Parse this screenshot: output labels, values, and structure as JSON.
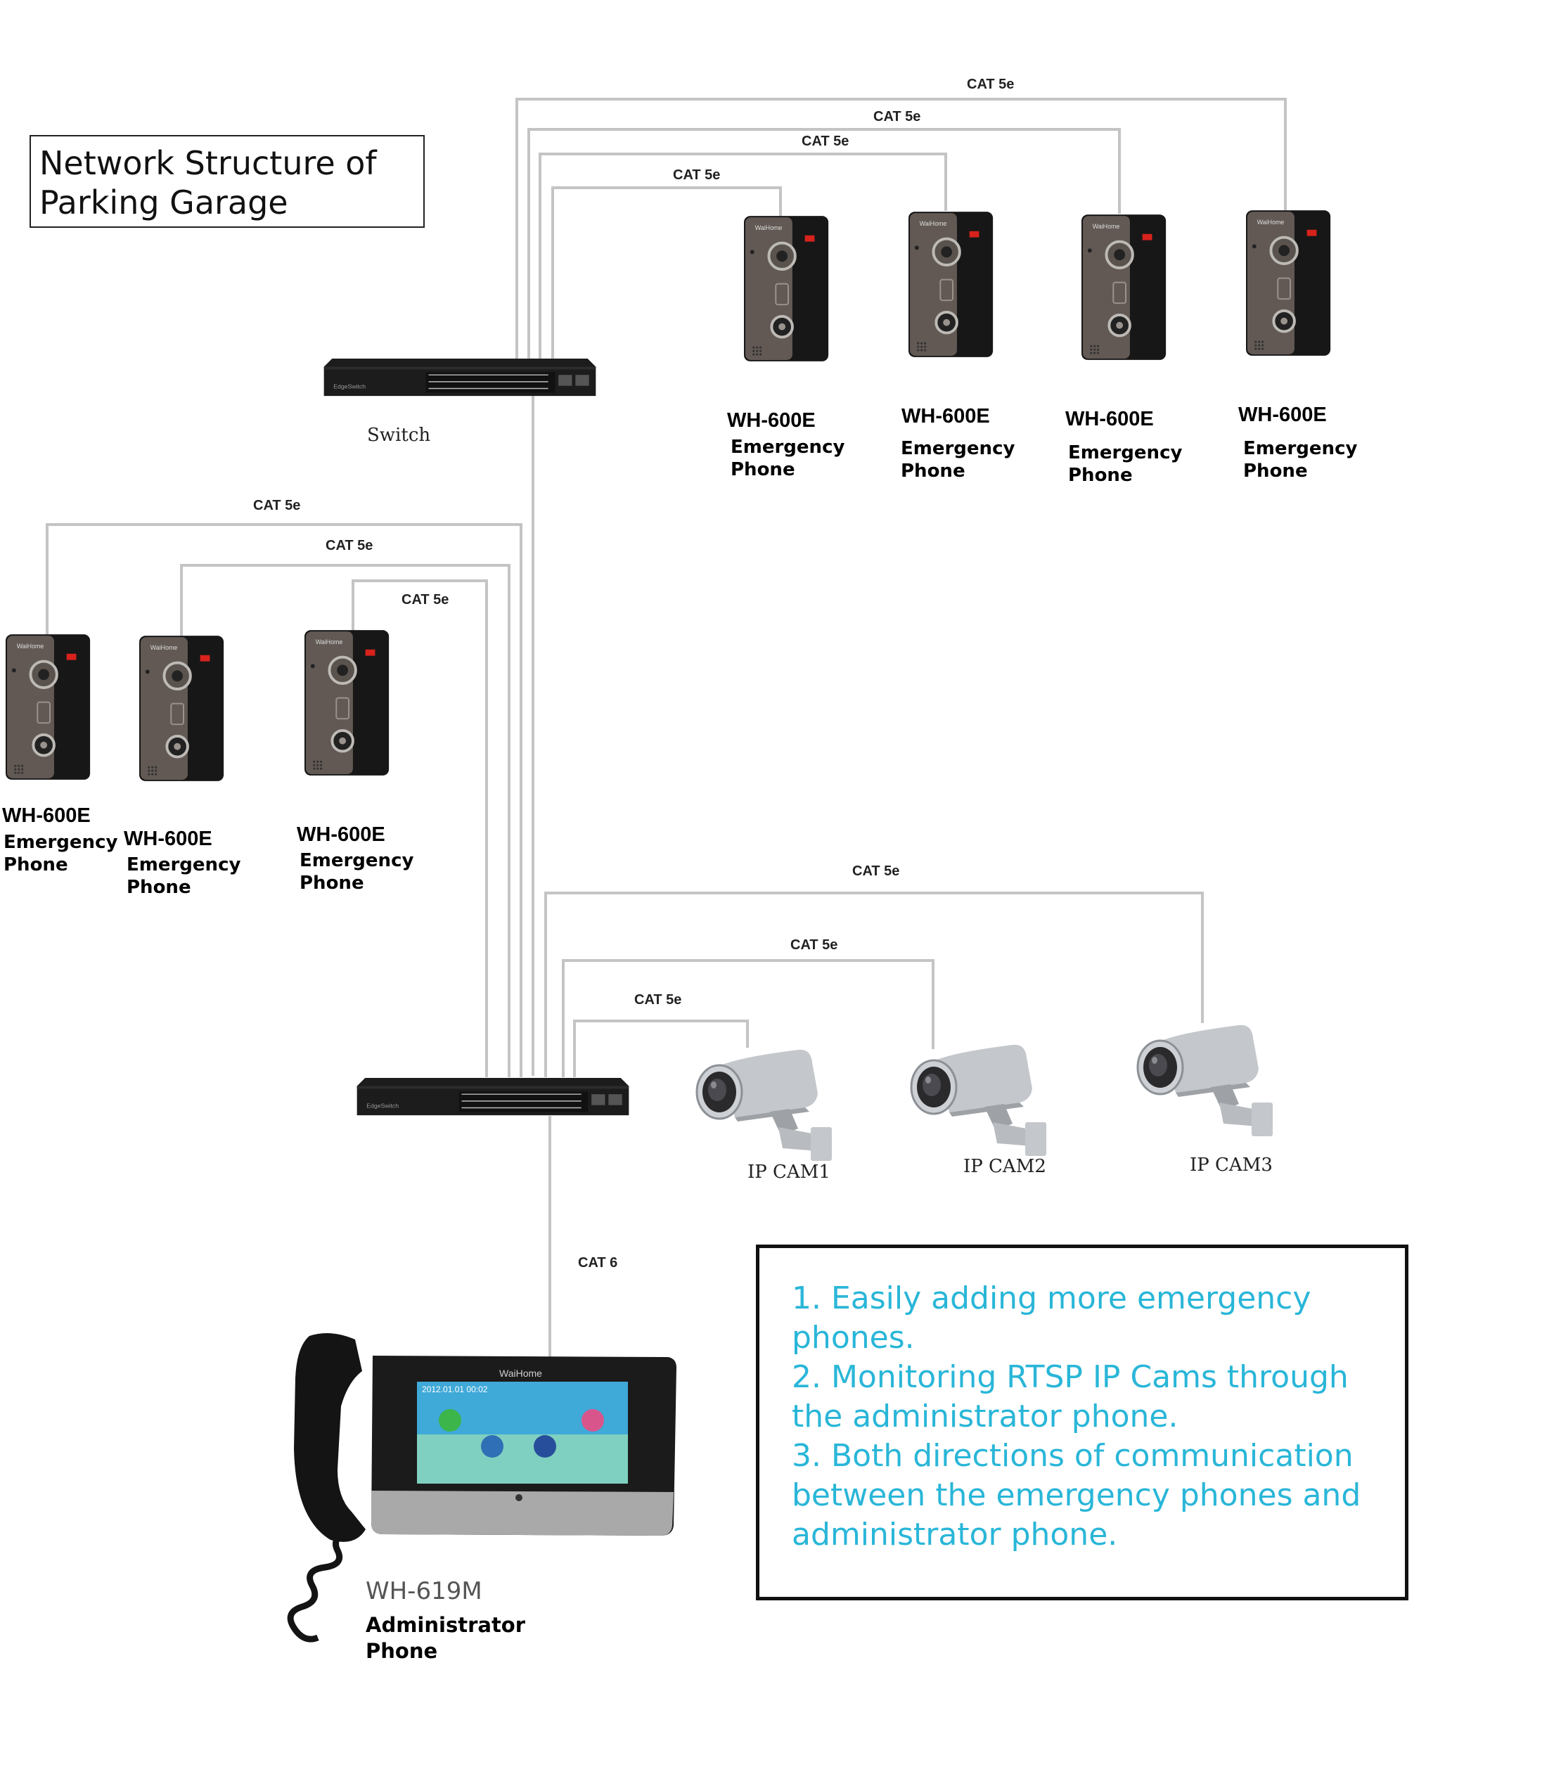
{
  "title": {
    "line1": "Network Structure of",
    "line2": "Parking Garage"
  },
  "cable_cat5e": "CAT 5e",
  "cable_cat6": "CAT 6",
  "switch_label": "Switch",
  "emergency_phone": {
    "model": "WH-600E",
    "role_line1": "Emergency",
    "role_line2": "Phone"
  },
  "cameras": [
    "IP CAM1",
    "IP CAM2",
    "IP CAM3"
  ],
  "admin_phone": {
    "model": "WH-619M",
    "role_line1": "Administrator",
    "role_line2": "Phone",
    "screen_date": "2012.01.01  00:02"
  },
  "brand": "WaiHome",
  "notes": [
    "1. Easily adding more emergency",
    "phones.",
    "2. Monitoring RTSP IP Cams through",
    "the administrator phone.",
    "3. Both directions of communication",
    "between the emergency phones and",
    "administrator phone."
  ],
  "colors": {
    "cable": "#c4c4c4",
    "note_text": "#29b6d8",
    "switch_body": "#1c1c1c",
    "phone_body": "#1a1a1a",
    "phone_panel": "#5e5550"
  }
}
